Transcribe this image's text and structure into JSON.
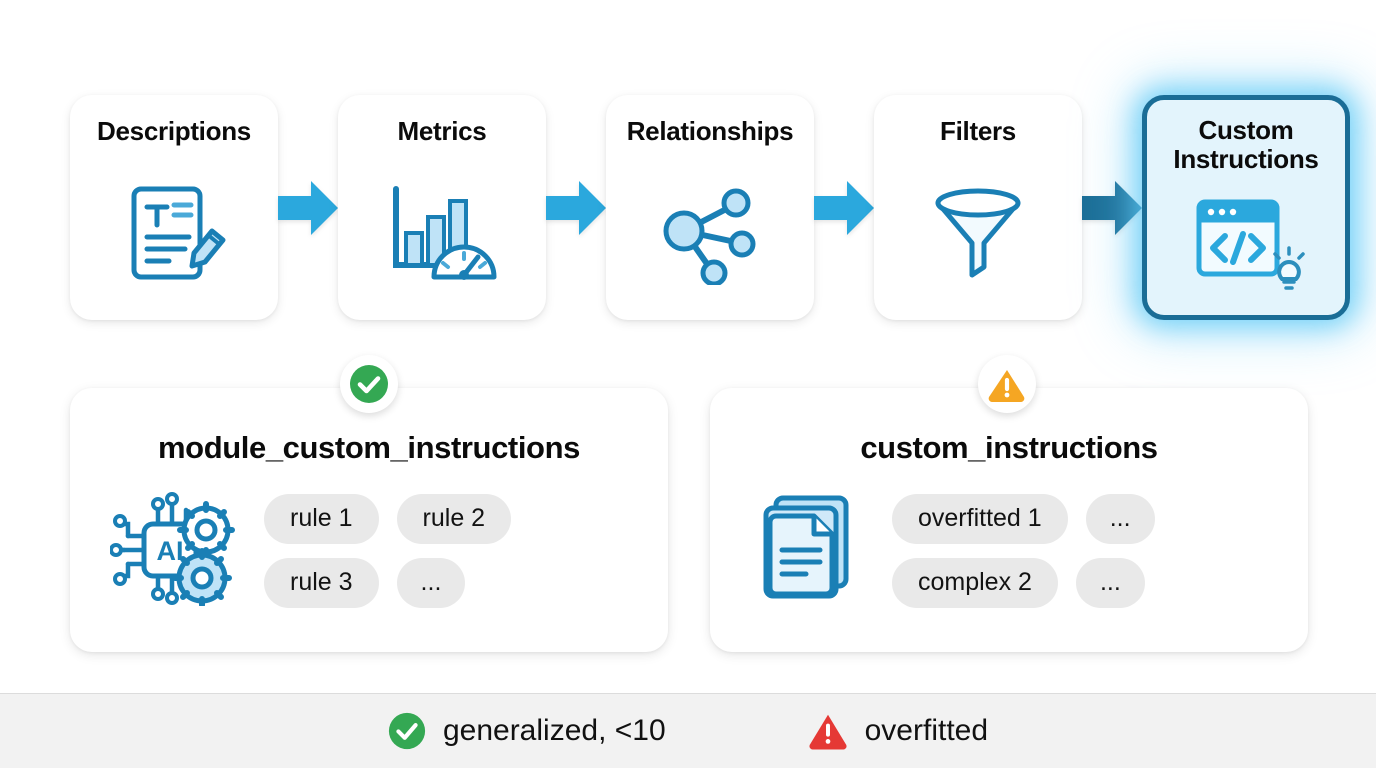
{
  "pipeline": {
    "stages": [
      {
        "label": "Descriptions",
        "icon": "document-pencil-icon",
        "highlighted": false
      },
      {
        "label": "Metrics",
        "icon": "bar-chart-gauge-icon",
        "highlighted": false
      },
      {
        "label": "Relationships",
        "icon": "node-graph-icon",
        "highlighted": false
      },
      {
        "label": "Filters",
        "icon": "funnel-icon",
        "highlighted": false
      },
      {
        "label": "Custom Instructions",
        "icon": "code-window-bulb-icon",
        "highlighted": true
      }
    ],
    "arrow_icon": "arrow-right-icon",
    "arrow_color": "#2ba8dd",
    "final_arrow_color": "#1a6d96"
  },
  "panels": {
    "left": {
      "title": "module_custom_instructions",
      "badge": "check-circle-icon",
      "badge_color": "#34a853",
      "icon": "ai-chip-gears-icon",
      "pills": [
        "rule 1",
        "rule 2",
        "rule 3",
        "..."
      ]
    },
    "right": {
      "title": "custom_instructions",
      "badge": "warning-triangle-icon",
      "badge_color": "#f5a623",
      "icon": "document-stack-icon",
      "pills": [
        "overfitted 1",
        "...",
        "complex 2",
        "..."
      ]
    }
  },
  "legend": {
    "items": [
      {
        "label": "generalized, <10",
        "icon": "check-circle-icon",
        "color": "#34a853"
      },
      {
        "label": "overfitted",
        "icon": "warning-triangle-icon",
        "color": "#e53935"
      }
    ]
  },
  "colors": {
    "accent_blue": "#1a7fb5",
    "light_blue": "#bfe3f7",
    "highlight_bg": "#e3f4fc",
    "pill_bg": "#e9e9e9",
    "legend_bg": "#f2f2f2"
  }
}
